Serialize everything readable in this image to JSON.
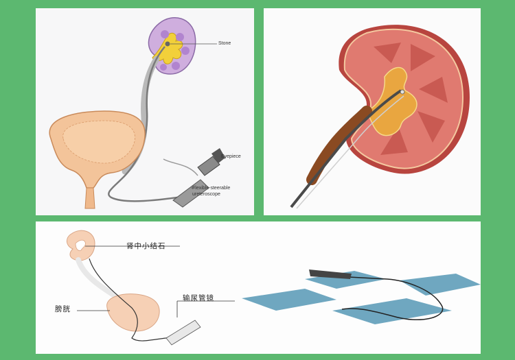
{
  "colors": {
    "background": "#5cb870",
    "kidney_purple": "#c9a6d8",
    "collecting_yellow": "#f2d03a",
    "bladder_peach": "#f3c49a",
    "kidney_red": "#d9675f",
    "pad_blue": "#6fa7c0"
  },
  "panel_a": {
    "labels": {
      "stone": "Stone",
      "eyepiece": "Eyepiece",
      "scope_line1": "Flexible-steerable",
      "scope_line2": "ureteroscope"
    }
  },
  "panel_c": {
    "labels": {
      "kidney_stone": "肾中小结石",
      "bladder": "膀胱",
      "ureteroscope": "输尿管镜"
    }
  }
}
